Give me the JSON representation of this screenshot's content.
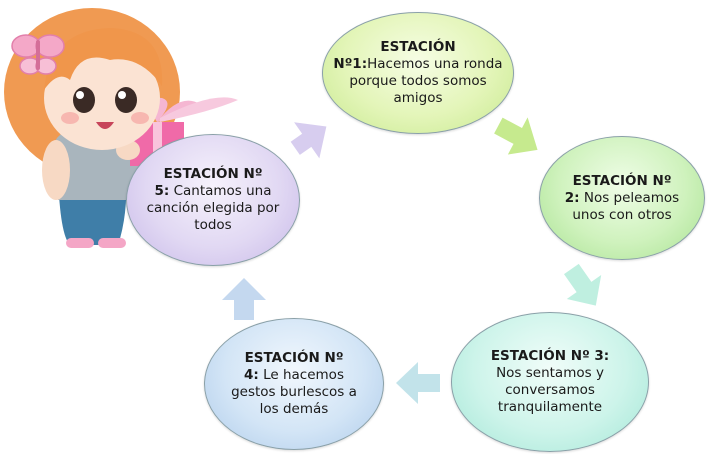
{
  "stations": [
    {
      "heading": "ESTACIÓN",
      "heading2": "Nº1:",
      "text": "Hacemos una ronda porque todos somos amigos"
    },
    {
      "heading": "ESTACIÓN Nº",
      "heading2": "2:",
      "text": "Nos peleamos unos con otros"
    },
    {
      "heading": "ESTACIÓN Nº 3:",
      "heading2": "",
      "text": "Nos sentamos y conversamos tranquilamente"
    },
    {
      "heading": "ESTACIÓN Nº",
      "heading2": "4:",
      "text": "Le hacemos gestos burlescos a los demás"
    },
    {
      "heading": "ESTACIÓN Nº",
      "heading2": "5:",
      "text": "Cantamos una canción elegida por todos"
    }
  ],
  "colors": {
    "circle_border": "#8aa0a8",
    "arrow_green": "#c6ea8e",
    "arrow_teal": "#bfefe0",
    "arrow_blue": "#c4d8ef",
    "arrow_purple": "#d7cdef"
  },
  "illustration": "cartoon-girl-with-gift"
}
